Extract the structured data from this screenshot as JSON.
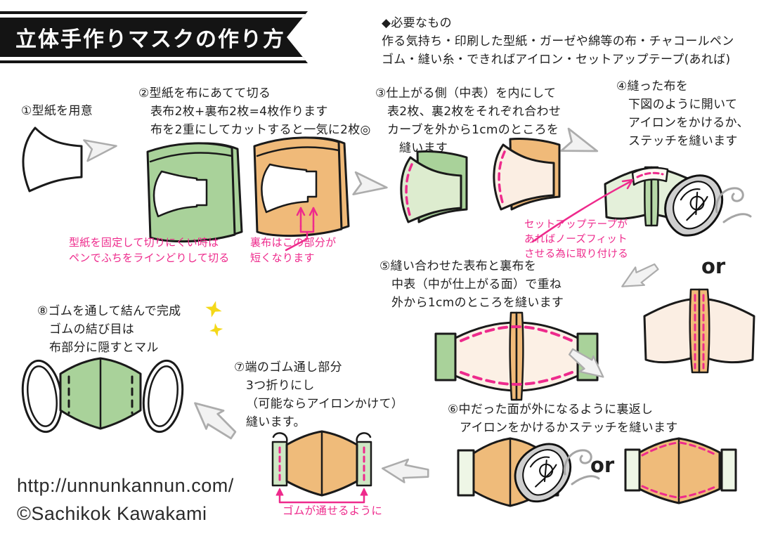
{
  "title": "立体手作りマスクの作り方",
  "materials": {
    "heading": "◆必要なもの",
    "lines": [
      "作る気持ち・印刷した型紙・ガーゼや綿等の布・チャコールペン",
      "ゴム・縫い糸・できればアイロン・セットアップテープ(あれば)"
    ]
  },
  "steps": {
    "s1": {
      "lines": [
        "①型紙を用意"
      ]
    },
    "s2": {
      "lines": [
        "②型紙を布にあてて切る",
        "表布2枚+裏布2枚=4枚作ります",
        "布を2重にしてカットすると一気に2枚◎"
      ]
    },
    "s3": {
      "lines": [
        "③仕上がる側（中表）を内にして",
        "表2枚、裏2枚をそれぞれ合わせ",
        "カーブを外から1cmのところを",
        "縫います"
      ]
    },
    "s4": {
      "lines": [
        "④縫った布を",
        "下図のように開いて",
        "アイロンをかけるか、",
        "ステッチを縫います"
      ]
    },
    "s5": {
      "lines": [
        "⑤縫い合わせた表布と裏布を",
        "中表（中が仕上がる面）で重ね",
        "外から1cmのところを縫います"
      ]
    },
    "s6": {
      "lines": [
        "⑥中だった面が外になるように裏返し",
        "アイロンをかけるかステッチを縫います"
      ]
    },
    "s7": {
      "lines": [
        "⑦端のゴム通し部分",
        "3つ折りにし",
        "（可能ならアイロンかけて）",
        "縫います。"
      ]
    },
    "s8": {
      "lines": [
        "⑧ゴムを通して結んで完成",
        "ゴムの結び目は",
        "布部分に隠すとマル"
      ]
    }
  },
  "annotations": {
    "cut_tip": {
      "lines": [
        "型紙を固定して切りにくい時は",
        "ペンでふちをラインどりして切る"
      ]
    },
    "lining_short": {
      "lines": [
        "裏布はこの部分が",
        "短くなります"
      ]
    },
    "setup_tape": {
      "lines": [
        "セットアップテープが",
        "あればノーズフィット",
        "させる為に取り付ける"
      ]
    },
    "elastic_pass": "ゴムが通せるように",
    "or_labels": [
      "or",
      "or"
    ]
  },
  "footer": {
    "url": "http://unnunkannun.com/",
    "credit": "©Sachikok Kawakami"
  },
  "colors": {
    "banner_bg": "#141414",
    "banner_text": "#ffffff",
    "ink": "#1a1a1a",
    "pink": "#ee2a8c",
    "green_fabric": "#a9d29a",
    "green_light": "#ddeccf",
    "green_pale": "#eef6e6",
    "orange_fabric": "#f0ba79",
    "cream_fabric": "#fbeee3",
    "arrow_fill": "#f2f2f2",
    "arrow_stroke": "#acacac",
    "iron_gray": "#cfcfcf",
    "sparkle_yellow": "#f4d818"
  }
}
